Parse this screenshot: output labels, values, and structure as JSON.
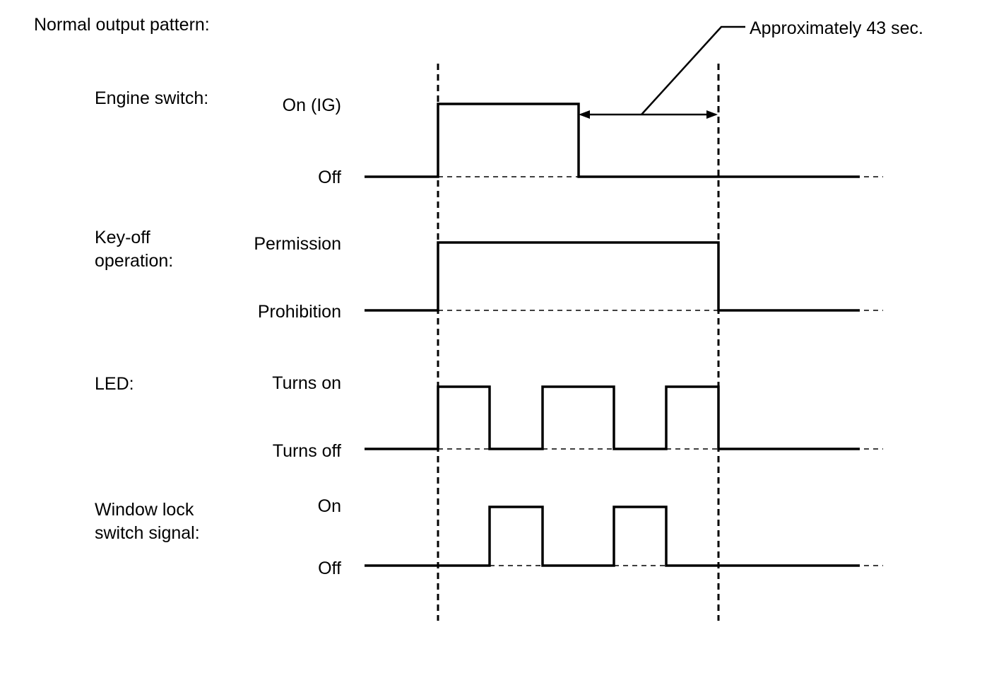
{
  "title": "Normal output pattern:",
  "annotation": "Approximately 43 sec.",
  "signals": [
    {
      "id": "engine",
      "name_lines": [
        "Engine switch:"
      ],
      "high_label": "On (IG)",
      "low_label": "Off",
      "pulses": [
        [
          "t1",
          "t_off"
        ]
      ]
    },
    {
      "id": "keyoff",
      "name_lines": [
        "Key-off",
        "operation:"
      ],
      "high_label": "Permission",
      "low_label": "Prohibition",
      "pulses": [
        [
          "t1",
          "t2"
        ]
      ]
    },
    {
      "id": "led",
      "name_lines": [
        "LED:"
      ],
      "high_label": "Turns on",
      "low_label": "Turns off",
      "pulses": [
        [
          "t1",
          "a"
        ],
        [
          "b",
          "c"
        ],
        [
          "d",
          "t2"
        ]
      ]
    },
    {
      "id": "window",
      "name_lines": [
        "Window lock",
        "switch signal:"
      ],
      "high_label": "On",
      "low_label": "Off",
      "pulses": [
        [
          "a",
          "b"
        ],
        [
          "c",
          "d"
        ]
      ]
    }
  ]
}
